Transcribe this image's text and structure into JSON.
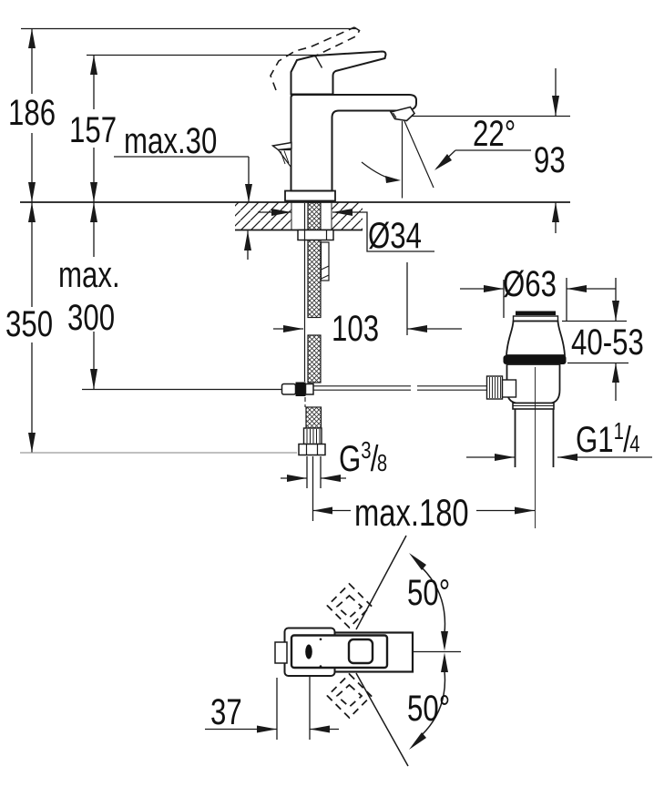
{
  "page": {
    "bg": "#ffffff",
    "line_color": "#1a1a1a",
    "light_line_color": "#9b9b9b"
  },
  "front_view": {
    "overall_height": "186",
    "lever_tip_height": "157",
    "deck_thickness_max": "max.30",
    "spout_angle": "22°",
    "outlet_height": "93",
    "mounting_hole_dia": "Ø34",
    "hose_projection_label": "max.",
    "hose_projection_value": "300",
    "hose_length": "350",
    "spout_reach": "103",
    "waste_flange_dia": "Ø63",
    "basin_clamp_range": "40-53",
    "waste_thread": {
      "prefix": "G1",
      "numerator": "1",
      "separator": "/",
      "denominator": "4"
    },
    "supply_thread": {
      "prefix": "G",
      "numerator": "3",
      "separator": "/",
      "denominator": "8"
    },
    "center_to_waste_max": "max.180"
  },
  "plan_view": {
    "lever_swing_upper": "50°",
    "lever_swing_lower": "50°",
    "lever_pivot_offset": "37"
  }
}
